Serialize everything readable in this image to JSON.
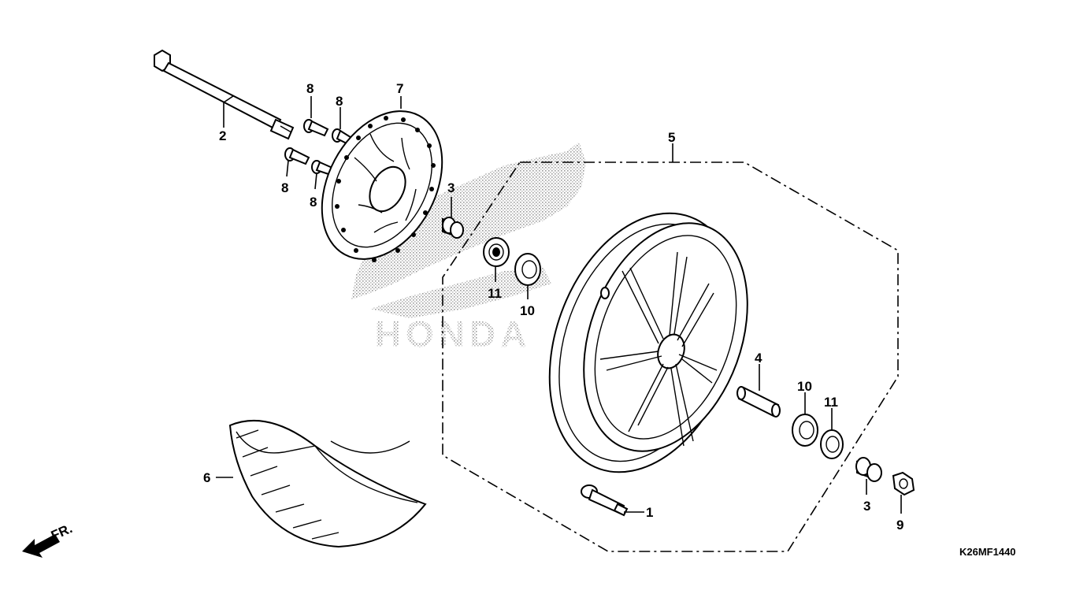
{
  "diagram": {
    "drawing_code": "K26MF1440",
    "direction_label": "FR.",
    "watermark_text": "HONDA",
    "callouts": [
      {
        "id": "c1",
        "label": "1"
      },
      {
        "id": "c2",
        "label": "2"
      },
      {
        "id": "c3a",
        "label": "3"
      },
      {
        "id": "c3b",
        "label": "3"
      },
      {
        "id": "c4",
        "label": "4"
      },
      {
        "id": "c5",
        "label": "5"
      },
      {
        "id": "c6",
        "label": "6"
      },
      {
        "id": "c7",
        "label": "7"
      },
      {
        "id": "c8a",
        "label": "8"
      },
      {
        "id": "c8b",
        "label": "8"
      },
      {
        "id": "c8c",
        "label": "8"
      },
      {
        "id": "c8d",
        "label": "8"
      },
      {
        "id": "c9",
        "label": "9"
      },
      {
        "id": "c10a",
        "label": "10"
      },
      {
        "id": "c10b",
        "label": "10"
      },
      {
        "id": "c11a",
        "label": "11"
      },
      {
        "id": "c11b",
        "label": "11"
      }
    ]
  }
}
